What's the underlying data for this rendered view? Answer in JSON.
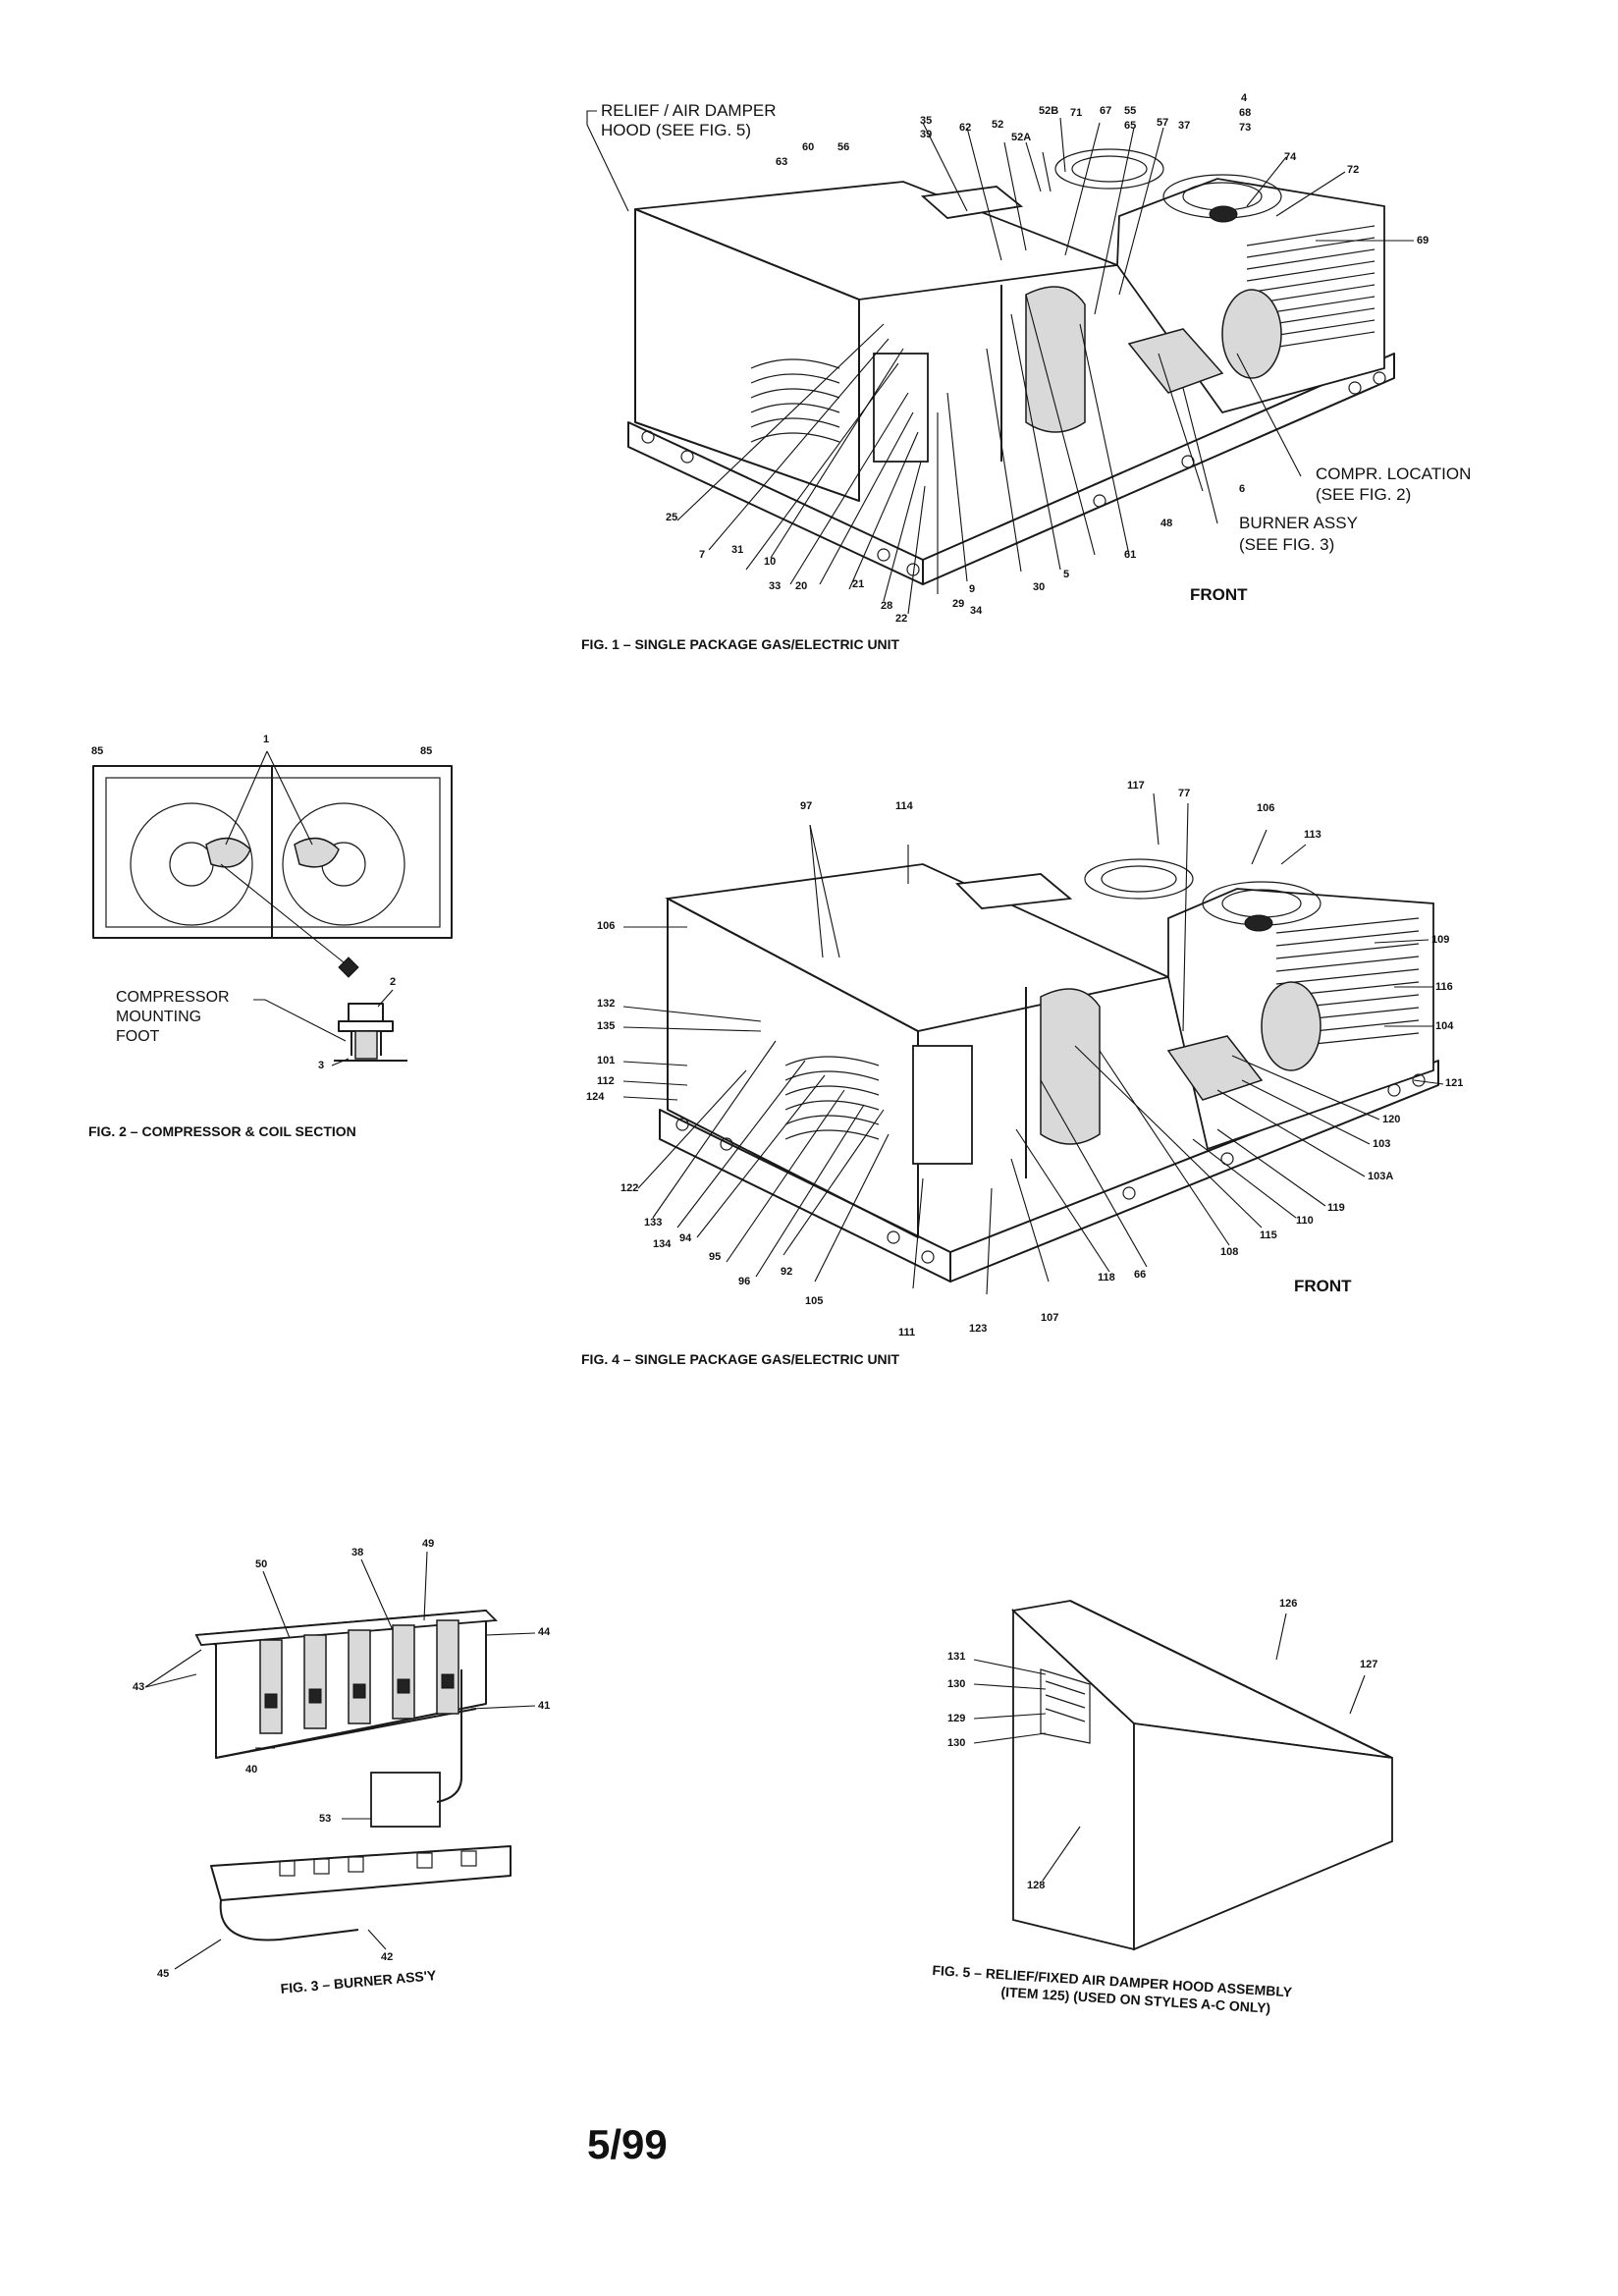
{
  "fig1": {
    "caption": "FIG. 1 – SINGLE PACKAGE GAS/ELECTRIC UNIT",
    "front": "FRONT",
    "notes": {
      "relief": "RELIEF / AIR DAMPER",
      "relief2": "HOOD (SEE FIG. 5)",
      "compr": "COMPR. LOCATION",
      "compr2": "(SEE FIG. 2)",
      "burner": "BURNER ASSY",
      "burner2": "(SEE FIG. 3)"
    },
    "labels": [
      "35",
      "39",
      "62",
      "52",
      "52A",
      "52B",
      "71",
      "67",
      "55",
      "65",
      "57",
      "37",
      "4",
      "68",
      "73",
      "74",
      "72",
      "69",
      "63",
      "60",
      "56",
      "6",
      "48",
      "61",
      "5",
      "30",
      "34",
      "9",
      "29",
      "22",
      "28",
      "21",
      "20",
      "33",
      "10",
      "31",
      "7",
      "25"
    ]
  },
  "fig2": {
    "caption": "FIG. 2 – COMPRESSOR & COIL SECTION",
    "note": [
      "COMPRESSOR",
      "MOUNTING",
      "FOOT"
    ],
    "labels": [
      "85",
      "1",
      "85",
      "2",
      "3"
    ]
  },
  "fig3": {
    "caption": "FIG. 3 – BURNER ASS'Y",
    "labels": [
      "50",
      "38",
      "49",
      "43",
      "44",
      "41",
      "40",
      "53",
      "45",
      "42"
    ]
  },
  "fig4": {
    "caption": "FIG. 4 – SINGLE PACKAGE GAS/ELECTRIC UNIT",
    "front": "FRONT",
    "labels": [
      "97",
      "114",
      "117",
      "77",
      "106",
      "113",
      "106",
      "109",
      "116",
      "104",
      "121",
      "132",
      "135",
      "101",
      "112",
      "124",
      "120",
      "103",
      "103A",
      "119",
      "110",
      "115",
      "108",
      "66",
      "118",
      "107",
      "123",
      "111",
      "105",
      "92",
      "96",
      "95",
      "94",
      "134",
      "133",
      "122"
    ]
  },
  "fig5": {
    "caption_line1": "FIG. 5 – RELIEF/FIXED AIR DAMPER HOOD ASSEMBLY",
    "caption_line2": "(ITEM 125) (USED ON STYLES A-C ONLY)",
    "labels": [
      "126",
      "127",
      "131",
      "130",
      "129",
      "130",
      "128"
    ]
  },
  "page_number": "5/99"
}
